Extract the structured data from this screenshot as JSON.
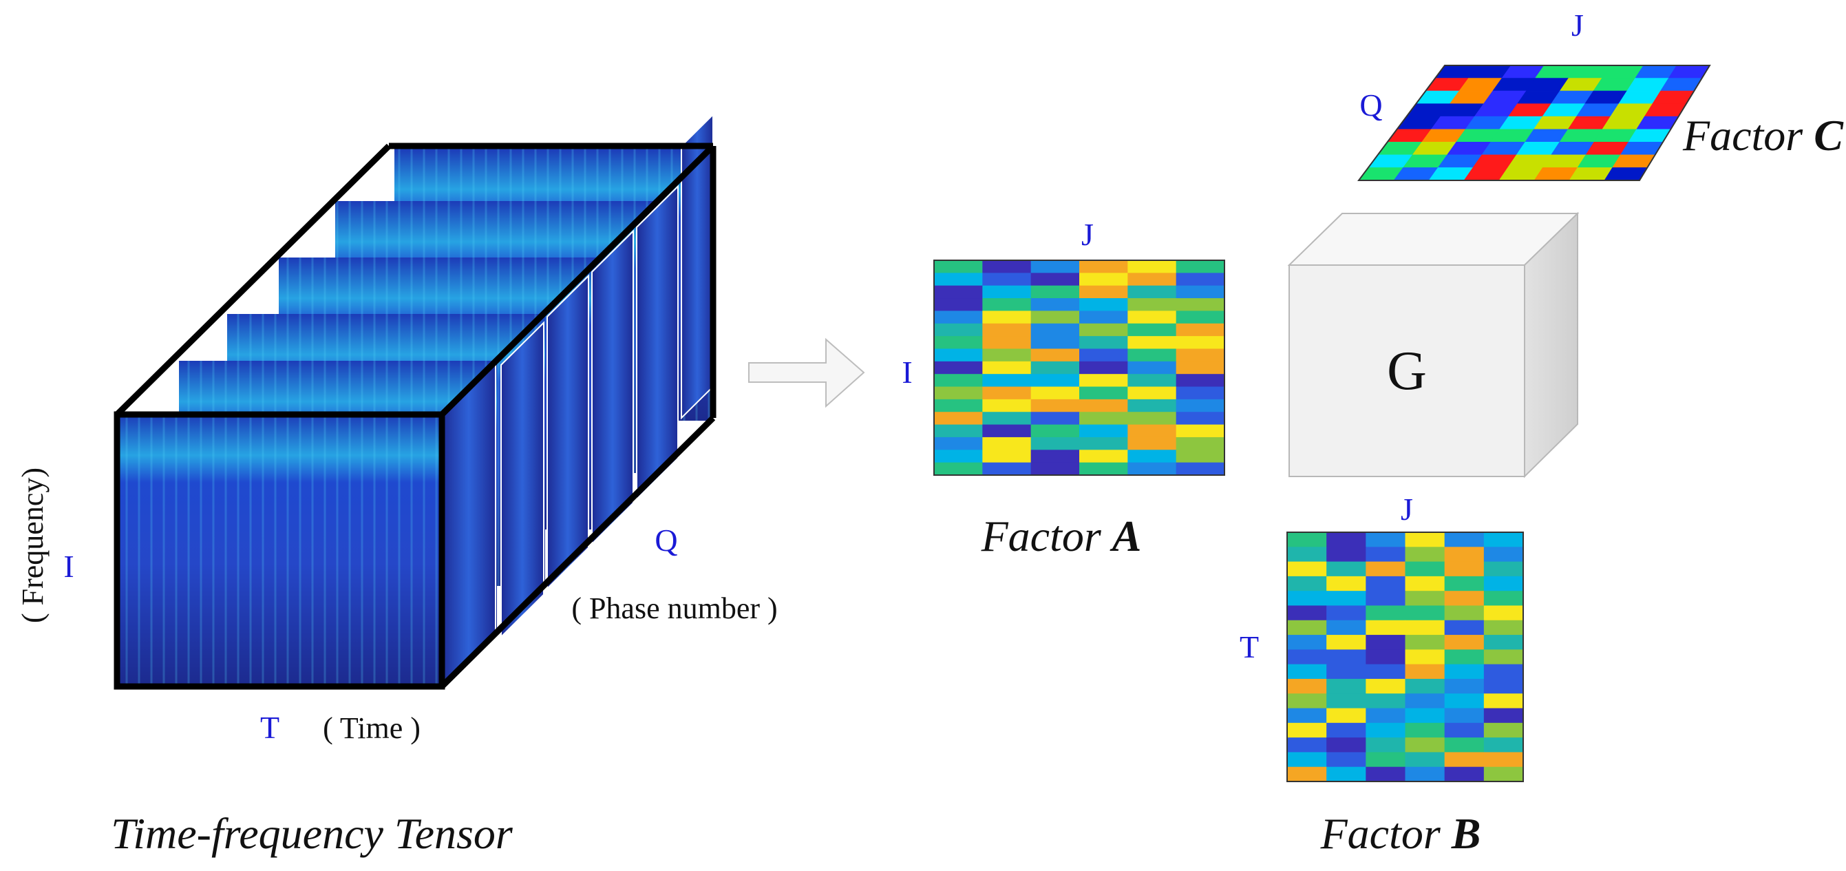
{
  "tensor": {
    "caption": "Time-frequency Tensor",
    "dim_i": "I",
    "dim_i_desc": "( Frequency)",
    "dim_t": "T",
    "dim_t_desc": "( Time )",
    "dim_q": "Q",
    "dim_q_desc": "( Phase number )"
  },
  "factor_a": {
    "caption_prefix": "Factor ",
    "caption_letter": "A",
    "row_label": "I",
    "col_label": "J"
  },
  "factor_b": {
    "caption_prefix": "Factor ",
    "caption_letter": "B",
    "row_label": "T",
    "col_label": "J"
  },
  "factor_c": {
    "caption_prefix": "Factor ",
    "caption_letter": "C",
    "row_label": "Q",
    "col_label": "J"
  },
  "core": {
    "label": "G"
  },
  "colors": {
    "spectro_dark": "#1b2a8a",
    "spectro_mid": "#2f52d6",
    "spectro_bright": "#23b8e8",
    "heat_palette_a": [
      "#00b3e6",
      "#1e88e5",
      "#f5a623",
      "#f8e71c",
      "#26c281",
      "#3b2fb8",
      "#1fb5ac",
      "#2e5be0",
      "#8dc63f"
    ],
    "heat_palette_c": [
      "#ff1a1a",
      "#0018c8",
      "#00e5ff",
      "#19e36e",
      "#c8e000",
      "#ff8c00",
      "#1464ff",
      "#2c2cff"
    ],
    "core_face": "#f2f2f2",
    "core_side": "#dcdcdc",
    "arrow": "#f4f4f4",
    "label_blue": "#1a1ad6"
  }
}
